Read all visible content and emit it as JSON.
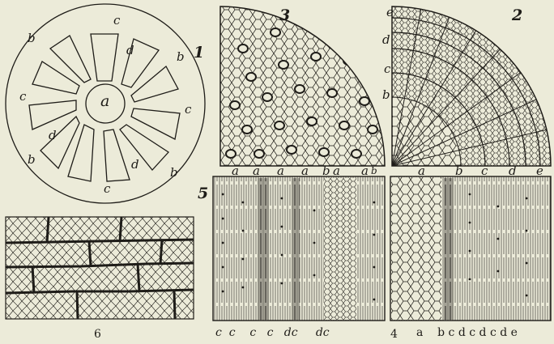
{
  "figure_numbers": {
    "f1": "1",
    "f2": "2",
    "f3": "3",
    "f4": "4",
    "f5": "5",
    "f6": "6"
  },
  "fig1": {
    "center": "a",
    "l1": "c",
    "l2": "b",
    "l3": "d",
    "l4": "b",
    "l5": "c",
    "l6": "c",
    "l7": "d",
    "l8": "b",
    "l9": "c",
    "l10": "d",
    "l11": "b"
  },
  "fig3": {
    "bottom_labels": [
      "a",
      "a",
      "a",
      "a",
      "b",
      "a",
      "a",
      "b"
    ]
  },
  "fig2": {
    "bottom_labels": [
      "a",
      "b",
      "c",
      "d",
      "e"
    ],
    "side_labels": [
      "e",
      "d",
      "c",
      "b"
    ]
  },
  "fig5": {
    "bottom_labels": "c  c    c   c   dc     dc"
  },
  "fig4": {
    "bottom_labels": "a    b c d c d c d e"
  },
  "colors": {
    "paper": "#ecebd9",
    "ink": "#1e1c18"
  }
}
